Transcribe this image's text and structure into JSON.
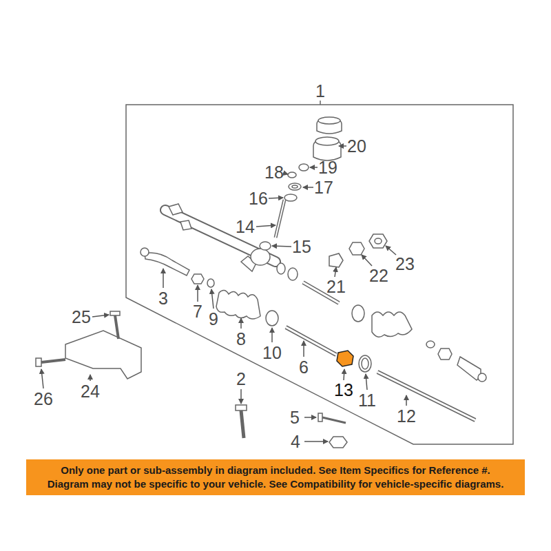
{
  "diagram": {
    "nodes": [
      {
        "text": [
          "Only one part or sub-assembly in diagram included. See Item Specifics for Reference #.",
          "Diagram may not be specific to your vehicle. See Compatibility for vehicle-specific diagrams."
        ]
      }
    ],
    "labels": [
      "1",
      "20",
      "19",
      "18",
      "17",
      "16",
      "14",
      "15",
      "23",
      "22",
      "21",
      "3",
      "7",
      "9",
      "25",
      "8",
      "10",
      "6",
      "13",
      "11",
      "24",
      "26",
      "2",
      "5",
      "12",
      "4"
    ]
  }
}
